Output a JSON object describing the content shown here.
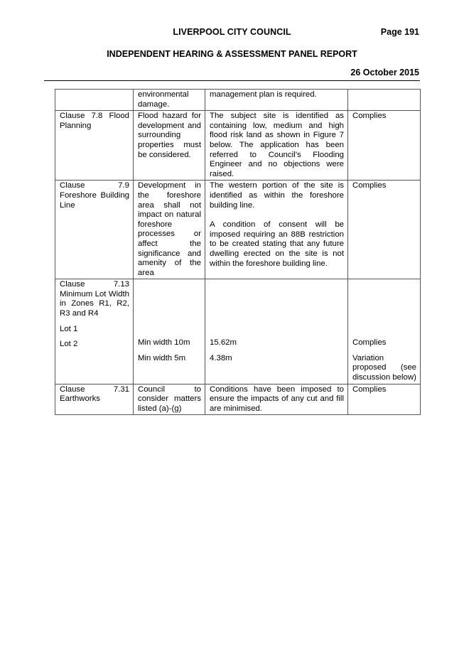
{
  "header": {
    "council": "LIVERPOOL CITY COUNCIL",
    "page": "Page 191",
    "title": "INDEPENDENT HEARING & ASSESSMENT PANEL REPORT",
    "date": "26 October 2015"
  },
  "table": {
    "rows": [
      {
        "clause": "",
        "requirement": "environmental damage.",
        "comment": "management plan is required.",
        "compliance": ""
      },
      {
        "clause": "Clause 7.8 Flood Planning",
        "requirement": "Flood hazard for development and surrounding properties must be considered.",
        "comment": "The subject site is identified as containing low, medium and high flood risk land as shown in Figure 7 below. The application has been referred to Council’s Flooding Engineer and no objections were raised.",
        "compliance": "Complies"
      },
      {
        "clause": "Clause 7.9 Foreshore Building Line",
        "requirement": "Development in the foreshore area shall not impact on natural foreshore processes or affect the significance and amenity of the area",
        "comment_p1": "The western portion of the site is identified as within the foreshore building line.",
        "comment_p2": "A condition of consent will be imposed requiring an 88B restriction to be created stating that any future dwelling erected on the site is not within the foreshore building line.",
        "compliance": "Complies"
      },
      {
        "clause": "Clause 7.13 Minimum Lot Width in Zones R1, R2, R3 and R4",
        "lot1": {
          "label": "Lot 1",
          "requirement": "Min width 10m",
          "proposed": "15.62m",
          "compliance": "Complies"
        },
        "lot2": {
          "label": "Lot 2",
          "requirement": "Min width 5m",
          "proposed": "4.38m",
          "compliance": "Variation proposed (see discussion below)"
        }
      },
      {
        "clause": "Clause 7.31 Earthworks",
        "requirement": "Council to consider matters listed (a)-(g)",
        "comment": "Conditions have been imposed to ensure the impacts of any cut and fill are minimised.",
        "compliance": "Complies"
      }
    ]
  }
}
